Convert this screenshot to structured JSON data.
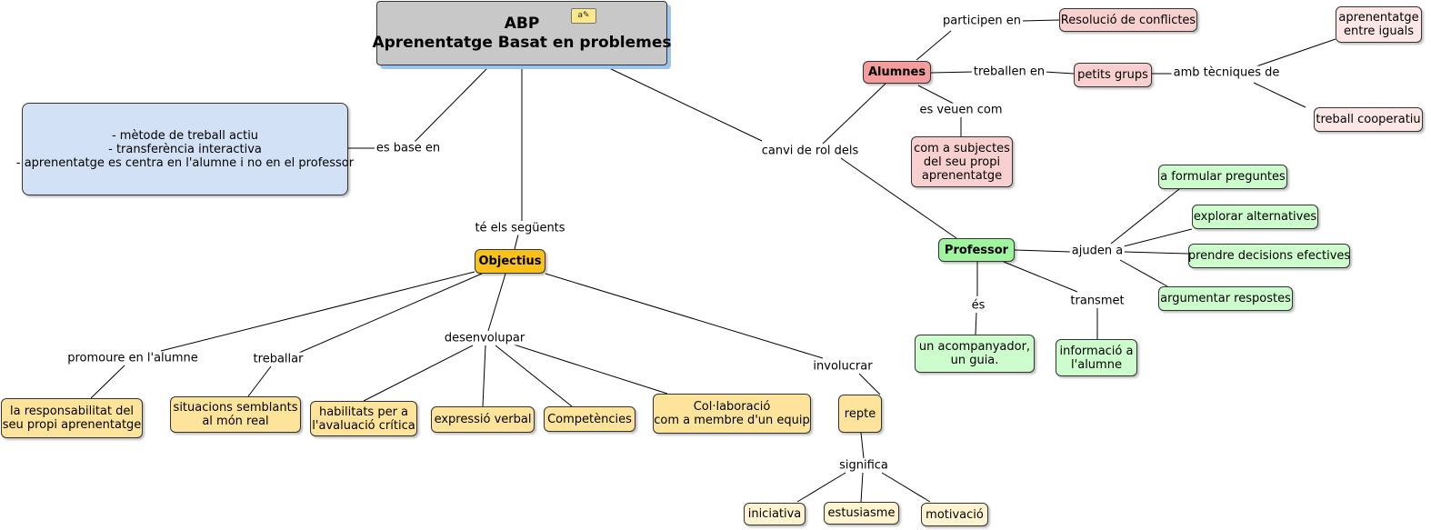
{
  "main": {
    "line1": "ABP",
    "line2": "Aprenentatge Basat en problemes"
  },
  "description": {
    "line1": "- mètode de treball actiu",
    "line2": "- transferència interactiva",
    "line3": "- aprenentatge es centra en l'alumne i no en el professor"
  },
  "links": {
    "es_base_en": "es base en",
    "te_els_seguents": "té els següents",
    "canvi_de_rol_dels": "canvi de rol dels",
    "participen_en": "participen en",
    "treballen_en": "treballen en",
    "amb_tecniques_de": "amb tècniques de",
    "es_veuen_com": "es veuen com",
    "ajuden_a": "ajuden a",
    "es": "és",
    "transmet": "transmet",
    "promoure": "promoure en l'alumne",
    "treballar": "treballar",
    "desenvolupar": "desenvolupar",
    "involucrar": "involucrar",
    "significa": "significa"
  },
  "objectius": "Objectius",
  "alumnes": {
    "title": "Alumnes",
    "resolucio": "Resolució de conflictes",
    "petits_grups": "petits grups",
    "entre_iguals_1": "aprenentatge",
    "entre_iguals_2": "entre iguals",
    "cooperatiu": "treball cooperatiu",
    "subjectes_1": "com a subjectes",
    "subjectes_2": "del seu propi",
    "subjectes_3": "aprenentatge"
  },
  "professor": {
    "title": "Professor",
    "preguntes": "a formular preguntes",
    "alternatives": "explorar alternatives",
    "decisions": "prendre decisions efectives",
    "respostes": "argumentar respostes",
    "acompanyador_1": "un acompanyador,",
    "acompanyador_2": "un guia.",
    "informacio_1": "informació a",
    "informacio_2": "l'alumne"
  },
  "objectius_items": {
    "responsabilitat_1": "la responsabilitat del",
    "responsabilitat_2": "seu propi aprenentatge",
    "situacions_1": "situacions semblants",
    "situacions_2": "al món real",
    "habilitats_1": "habilitats per a",
    "habilitats_2": "l'avaluació crítica",
    "expressio": "expressió verbal",
    "competencies": "Competències",
    "collaboracio_1": "Col·laboració",
    "collaboracio_2": "com a membre d'un equip",
    "repte": "repte",
    "iniciativa": "iniciativa",
    "estusiasme": "estusiasme",
    "motivacio": "motivació"
  },
  "note_icon": "note-icon"
}
